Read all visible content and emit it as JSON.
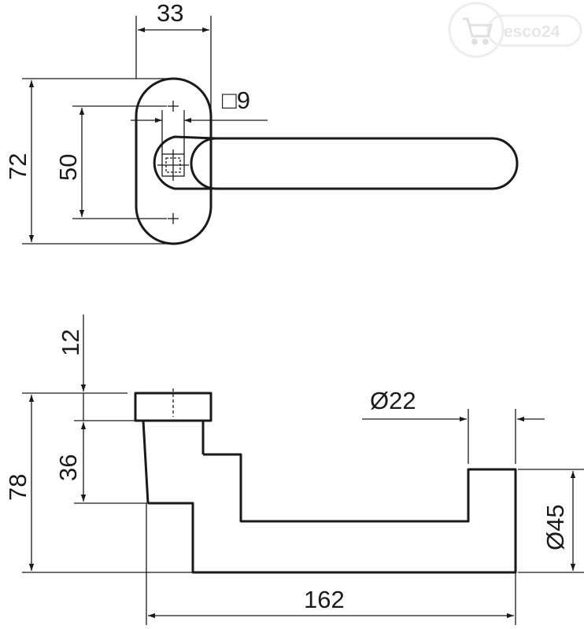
{
  "watermark": {
    "text": "esco24",
    "icon": "shopping-cart-icon"
  },
  "top_view": {
    "width_label": "33",
    "height_outer_label": "72",
    "height_inner_label": "50",
    "square_label": "□9"
  },
  "side_view": {
    "top_label": "12",
    "middle_label": "36",
    "total_height_label": "78",
    "length_label": "162",
    "diameter_small_label": "Ø22",
    "diameter_large_label": "Ø45"
  },
  "colors": {
    "line": "#1a1a1a",
    "background": "#ffffff",
    "watermark": "#e6e6e6"
  }
}
